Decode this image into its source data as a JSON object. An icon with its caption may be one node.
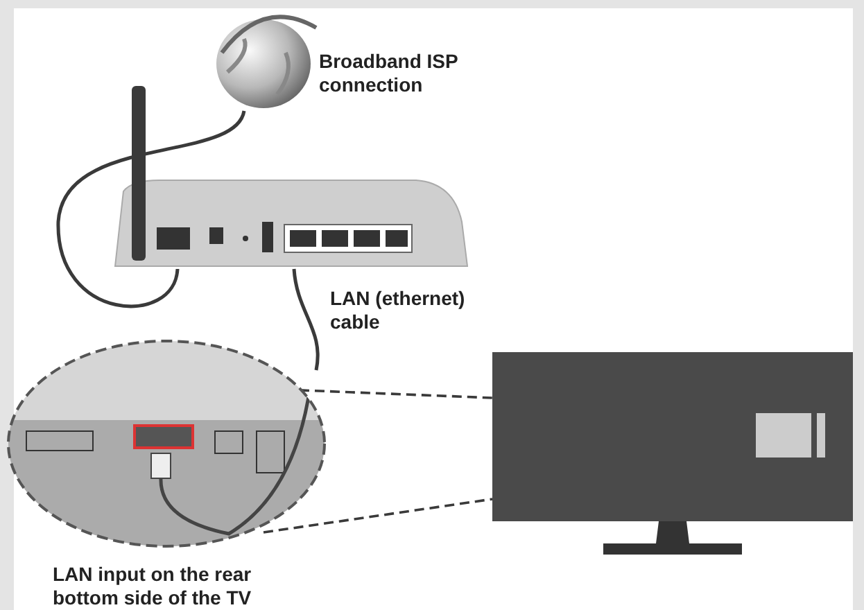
{
  "diagram": {
    "nodes": [
      {
        "text": [],
        "shape": "picture"
      },
      {
        "text": [],
        "shape": "picture"
      },
      {
        "text": [],
        "shape": "picture"
      },
      {
        "text": [],
        "shape": "picture"
      }
    ],
    "edges": [
      {
        "from": 0,
        "to": 1,
        "arrow": "none"
      },
      {
        "from": 1,
        "to": 2,
        "arrow": "none"
      },
      {
        "from": 2,
        "to": 3,
        "arrow": "none",
        "style": "dashed"
      },
      {
        "from": 2,
        "to": 3,
        "arrow": "none",
        "style": "dashed"
      }
    ],
    "labels": [
      "Broadband ISP connection",
      "LAN (ethernet) cable",
      "LAN input on the rear bottom side of the TV"
    ]
  }
}
